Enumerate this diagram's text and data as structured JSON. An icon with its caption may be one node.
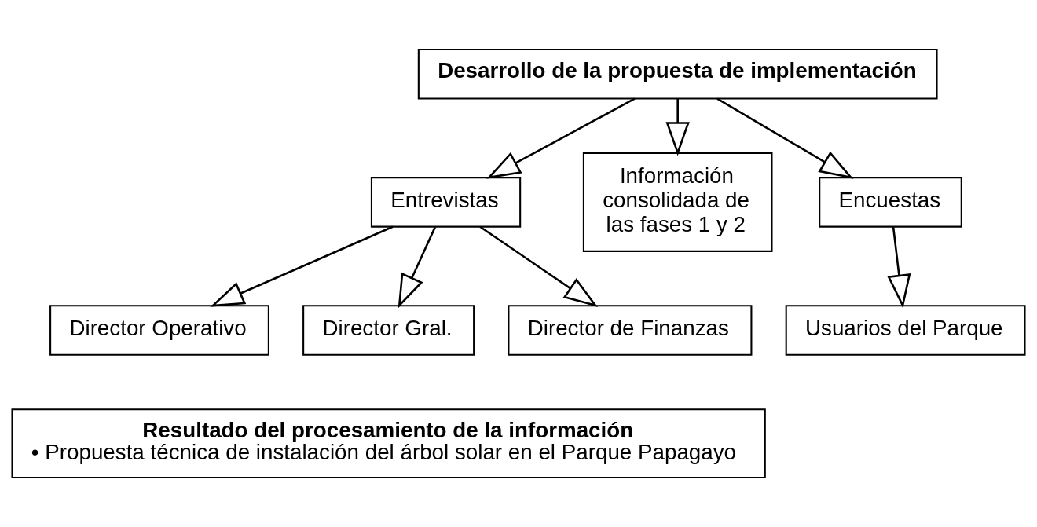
{
  "diagram": {
    "nodes": [
      {
        "text": [
          "Desarrollo de la propuesta de implementación"
        ]
      },
      {
        "text": [
          "Entrevistas"
        ]
      },
      {
        "text": [
          "Información consolidada de las fases 1 y 2"
        ]
      },
      {
        "text": [
          "Encuestas"
        ]
      },
      {
        "text": [
          "Usuarios del Parque"
        ]
      },
      {
        "text": [
          "Director Operativo"
        ]
      },
      {
        "text": [
          "Director Gral."
        ]
      },
      {
        "text": [
          "Director de Finanzas"
        ]
      },
      {
        "text": [
          "Resultado del procesamiento de la información",
          "• Propuesta técnica de instalación del árbol solar en el Parque Papagayo"
        ]
      }
    ],
    "edges": [
      {
        "from": 0,
        "to": 1,
        "arrow": "to"
      },
      {
        "from": 0,
        "to": 2,
        "arrow": "to"
      },
      {
        "from": 0,
        "to": 3,
        "arrow": "to"
      },
      {
        "from": 3,
        "to": 4,
        "arrow": "to"
      },
      {
        "from": 1,
        "to": 5,
        "arrow": "to"
      },
      {
        "from": 1,
        "to": 6,
        "arrow": "to"
      },
      {
        "from": 1,
        "to": 7,
        "arrow": "to"
      }
    ]
  }
}
